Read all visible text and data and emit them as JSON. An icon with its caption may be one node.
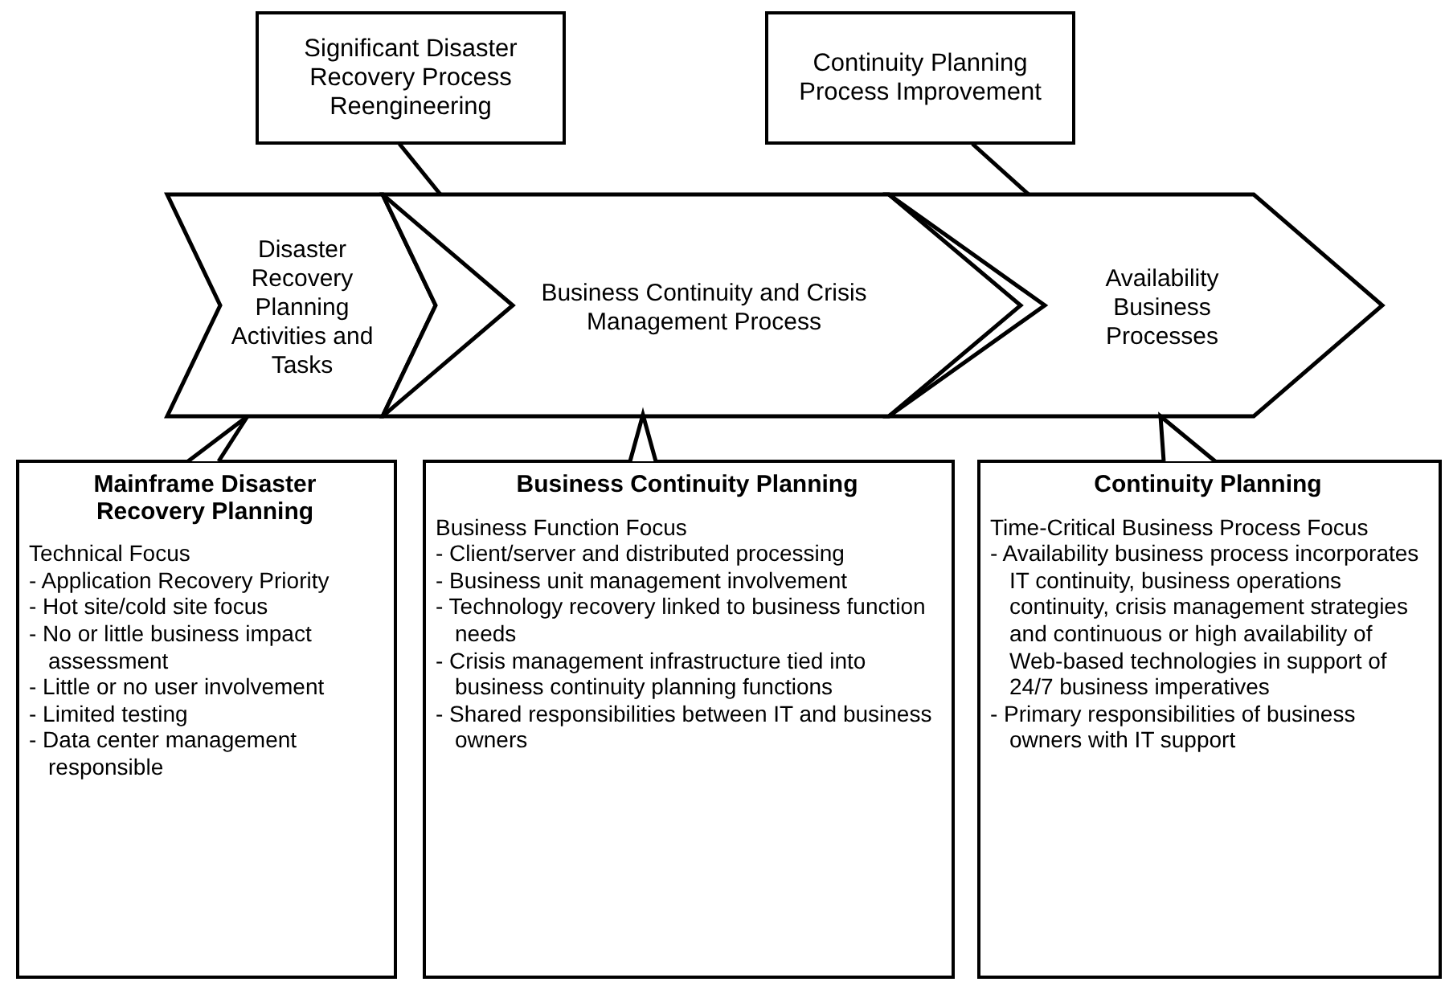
{
  "diagram": {
    "nodes": [
      {
        "text": [
          "Significant Disaster Recovery Process Reengineering"
        ]
      },
      {
        "text": [
          "Continuity Planning Process Improvement"
        ]
      },
      {
        "text": [
          "Disaster Recovery Planning Activities and Tasks"
        ]
      },
      {
        "text": [
          "Business Continuity and Crisis Management Process"
        ]
      },
      {
        "text": [
          "Availability Business Processes"
        ]
      },
      {
        "text": [
          "Mainframe Disaster Recovery Planning",
          "Technical Focus",
          "- Application Recovery Priority",
          "- Hot site/cold site focus",
          "- No or little business impact assessment",
          "- Little or no user involvement",
          "- Limited testing",
          "- Data center management responsible"
        ]
      },
      {
        "text": [
          "Business Continuity Planning",
          "Business Function Focus",
          "- Client/server and distributed processing",
          "- Business unit management involvement",
          "- Technology recovery linked to business function needs",
          "- Crisis management infrastructure tied into business continuity planning functions",
          "- Shared responsibilities between IT and business owners"
        ]
      },
      {
        "text": [
          "Continuity Planning",
          "Time-Critical Business Process Focus",
          "- Availability business process incorporates IT continuity, business operations continuity, crisis management strategies and continuous or high availability of Web-based technologies in support of 24/7 business imperatives",
          "- Primary responsibilities of business owners with IT support"
        ]
      }
    ],
    "edges": [
      {
        "from": 0,
        "to": 3,
        "arrow": "none"
      },
      {
        "from": 1,
        "to": 4,
        "arrow": "none"
      },
      {
        "from": 5,
        "to": 2,
        "arrow": "to"
      },
      {
        "from": 6,
        "to": 3,
        "arrow": "to"
      },
      {
        "from": 7,
        "to": 4,
        "arrow": "to"
      }
    ]
  }
}
